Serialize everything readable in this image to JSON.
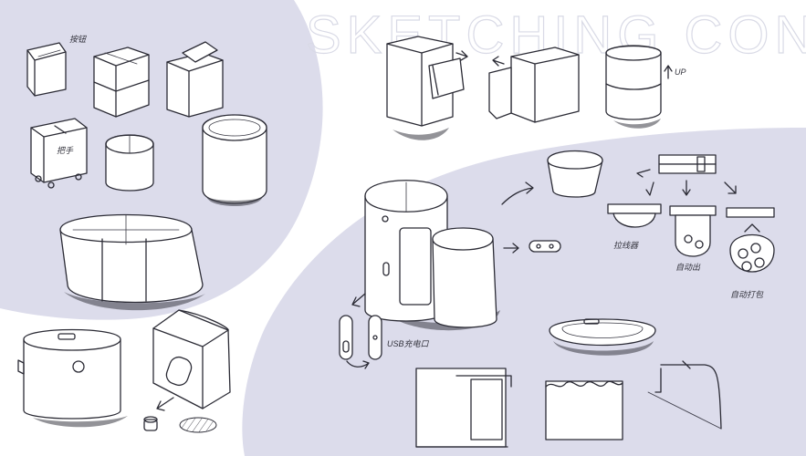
{
  "sheet": {
    "title": "SKETCHING CONCEPTS",
    "colors": {
      "blob": "#dcdceb",
      "ink": "#2b2b35",
      "title": "#d9dae6",
      "paper": "#ffffff"
    }
  },
  "annotations": {
    "lid_label": "按钮",
    "handle_label": "把手",
    "drawer_up": "UP",
    "usb_label": "USB充电口",
    "bag_frame": "拉线器",
    "auto_bag": "自动出",
    "auto_pack": "自动打包"
  }
}
